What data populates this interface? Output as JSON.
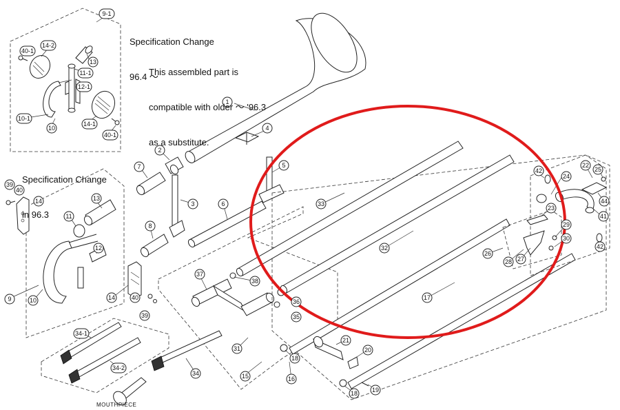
{
  "notes": {
    "spec_change_964": [
      "Specification Change",
      "96.4 ～"
    ],
    "compat": [
      "This assembled part is",
      "compatible with older ～ '96.3",
      "as a substitute."
    ],
    "spec_change_963": [
      "Specification Change",
      "in 96.3"
    ]
  },
  "caption_mouthpiece": "MOUTHPIECE",
  "callouts": [
    {
      "id": "9-1"
    },
    {
      "id": "14-2"
    },
    {
      "id": "40-1"
    },
    {
      "id": "13"
    },
    {
      "id": "11-1"
    },
    {
      "id": "12-1"
    },
    {
      "id": "10-1"
    },
    {
      "id": "10"
    },
    {
      "id": "14-1"
    },
    {
      "id": "40-1"
    },
    {
      "id": "1"
    },
    {
      "id": "4"
    },
    {
      "id": "2"
    },
    {
      "id": "5"
    },
    {
      "id": "7"
    },
    {
      "id": "3"
    },
    {
      "id": "6"
    },
    {
      "id": "39"
    },
    {
      "id": "40"
    },
    {
      "id": "14"
    },
    {
      "id": "13"
    },
    {
      "id": "11"
    },
    {
      "id": "12"
    },
    {
      "id": "8"
    },
    {
      "id": "9"
    },
    {
      "id": "10"
    },
    {
      "id": "14"
    },
    {
      "id": "40"
    },
    {
      "id": "39"
    },
    {
      "id": "33"
    },
    {
      "id": "32"
    },
    {
      "id": "17"
    },
    {
      "id": "37"
    },
    {
      "id": "38"
    },
    {
      "id": "36"
    },
    {
      "id": "35"
    },
    {
      "id": "31"
    },
    {
      "id": "15"
    },
    {
      "id": "16"
    },
    {
      "id": "18"
    },
    {
      "id": "21"
    },
    {
      "id": "20"
    },
    {
      "id": "18"
    },
    {
      "id": "19"
    },
    {
      "id": "34-1"
    },
    {
      "id": "34-2"
    },
    {
      "id": "34"
    },
    {
      "id": "42"
    },
    {
      "id": "24"
    },
    {
      "id": "22"
    },
    {
      "id": "25"
    },
    {
      "id": "44"
    },
    {
      "id": "23"
    },
    {
      "id": "41"
    },
    {
      "id": "29"
    },
    {
      "id": "30"
    },
    {
      "id": "42"
    },
    {
      "id": "26"
    },
    {
      "id": "28"
    },
    {
      "id": "27"
    }
  ],
  "highlight": {
    "color": "#e01b1b",
    "shape": "ellipse"
  },
  "colors": {
    "ink": "#222222",
    "background": "#ffffff"
  }
}
